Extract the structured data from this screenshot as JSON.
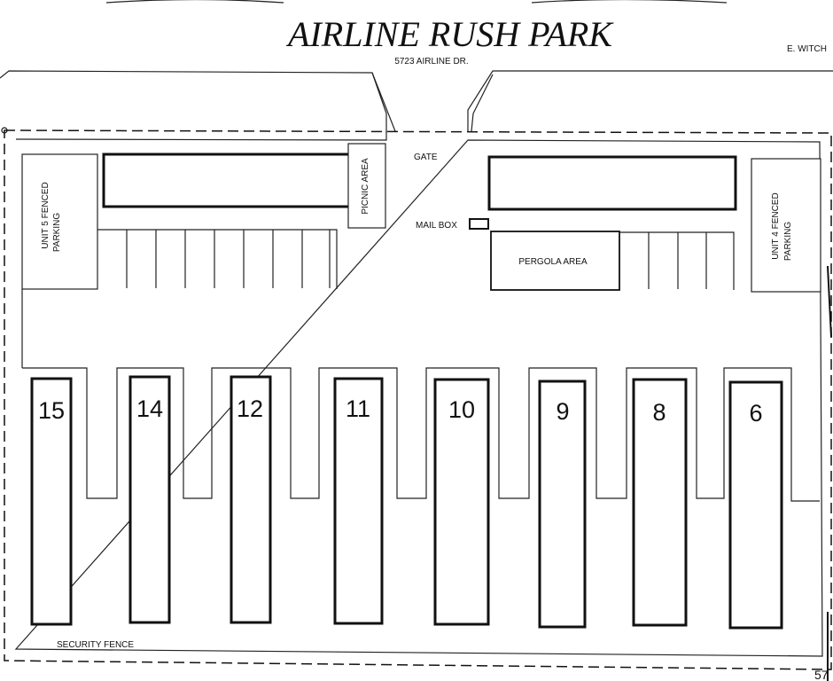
{
  "title": "AIRLINE RUSH PARK",
  "address": "5723 AIRLINE DR.",
  "street_right": "E. WITCH",
  "corner_number": "57",
  "labels": {
    "gate": "GATE",
    "mailbox": "MAIL BOX",
    "picnic": "PICNIC AREA",
    "pergola": "PERGOLA AREA",
    "security_fence": "SECURITY FENCE",
    "unit5_line1": "UNIT 5 FENCED",
    "unit5_line2": "PARKING",
    "unit4_line1": "UNIT 4 FENCED",
    "unit4_line2": "PARKING"
  },
  "units": [
    "15",
    "14",
    "12",
    "11",
    "10",
    "9",
    "8",
    "6"
  ]
}
